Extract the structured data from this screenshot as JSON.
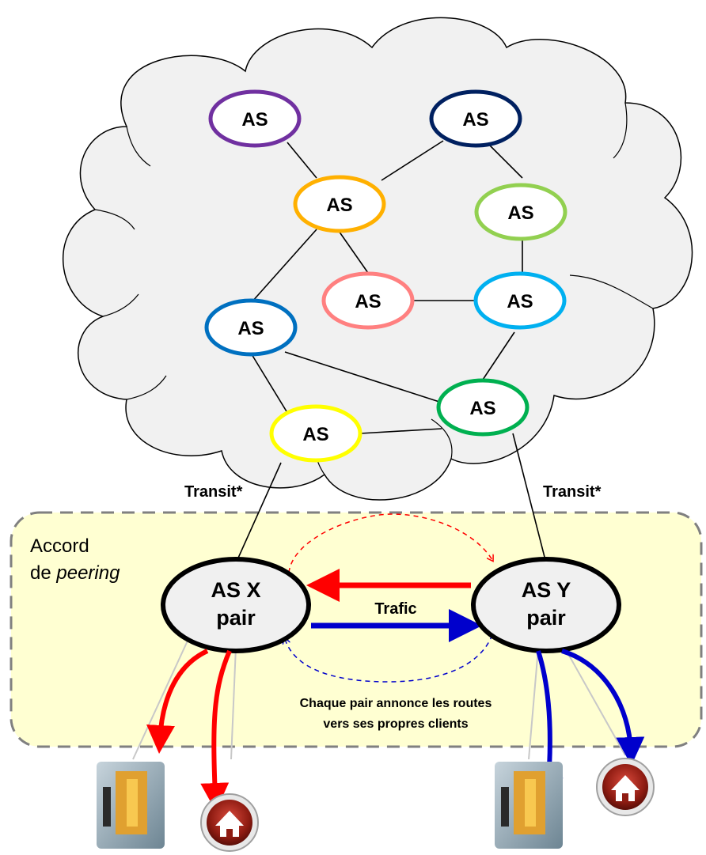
{
  "network": {
    "as_nodes": [
      {
        "label": "AS",
        "color": "#7030a0"
      },
      {
        "label": "AS",
        "color": "#002060"
      },
      {
        "label": "AS",
        "color": "#ffb000"
      },
      {
        "label": "AS",
        "color": "#92d050"
      },
      {
        "label": "AS",
        "color": "#ff8080"
      },
      {
        "label": "AS",
        "color": "#00b0f0"
      },
      {
        "label": "AS",
        "color": "#0070c0"
      },
      {
        "label": "AS",
        "color": "#00b050"
      },
      {
        "label": "AS",
        "color": "#ffff00"
      }
    ]
  },
  "links": {
    "transit_left": "Transit*",
    "transit_right": "Transit*"
  },
  "peering": {
    "title_line1": "Accord",
    "title_prefix": "de ",
    "title_emphasis": "peering",
    "as_x_line1": "AS X",
    "as_x_line2": "pair",
    "as_y_line1": "AS Y",
    "as_y_line2": "pair",
    "traffic_label": "Trafic",
    "note_line1": "Chaque pair annonce les routes",
    "note_line2": "vers ses propres clients",
    "colors": {
      "left_flow": "#ff0000",
      "right_flow": "#0000cc",
      "zone_fill": "#ffffd2"
    }
  },
  "clients": {
    "left_building": "building-icon",
    "left_home": "home-icon",
    "right_building": "building-icon",
    "right_home": "home-icon"
  }
}
